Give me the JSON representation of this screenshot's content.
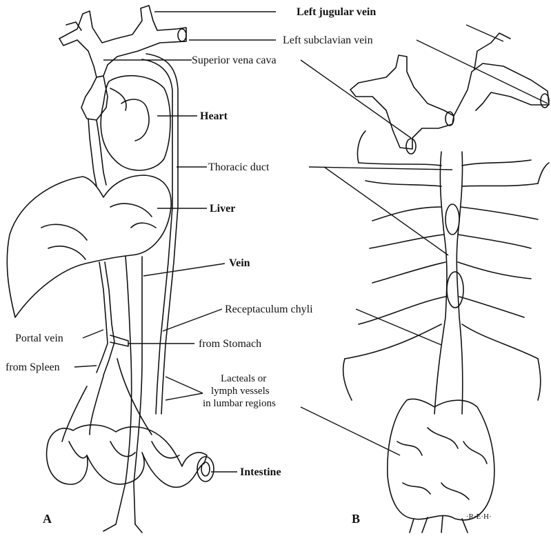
{
  "figure": {
    "labels": {
      "left_jugular_vein": "Left jugular vein",
      "left_subclavian_vein": "Left subclavian vein",
      "superior_vena_cava": "Superior vena cava",
      "heart": "Heart",
      "thoracic_duct": "Thoracic duct",
      "liver": "Liver",
      "vein": "Vein",
      "receptaculum_chyli": "Receptaculum chyli",
      "portal_vein": "Portal vein",
      "from_stomach": "from Stomach",
      "from_spleen": "from Spleen",
      "lacteals_line1": "Lacteals or",
      "lacteals_line2": "lymph vessels",
      "lacteals_line3": "in lumbar regions",
      "intestine": "Intestine"
    },
    "panels": {
      "a": "A",
      "b": "B"
    },
    "signature": "·R·E·H·"
  }
}
